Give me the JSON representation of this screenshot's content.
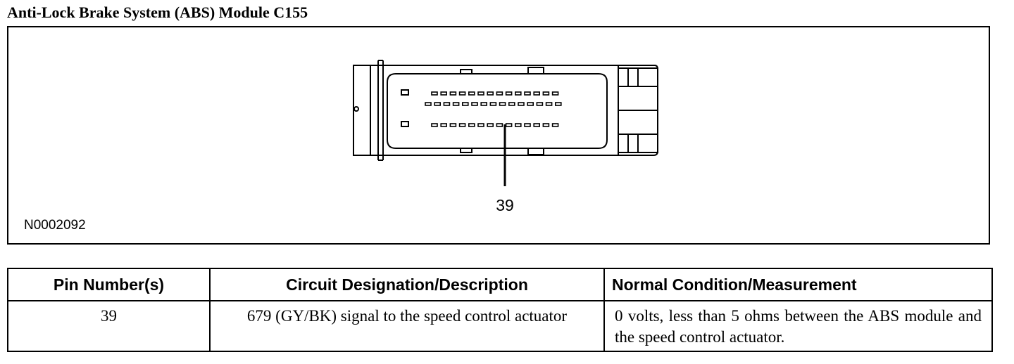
{
  "title": "Anti-Lock Brake System (ABS) Module C155",
  "figure": {
    "id": "N0002092",
    "callout_pin": "39",
    "connector": {
      "row1_pins": 14,
      "row2_pins": 15,
      "row3_pins": 14
    }
  },
  "table": {
    "headers": [
      "Pin Number(s)",
      "Circuit Designation/Description",
      "Normal Condition/Measurement"
    ],
    "rows": [
      {
        "pin": "39",
        "circuit": "679 (GY/BK) signal to the speed control actuator",
        "condition": "0 volts, less than 5 ohms between the ABS module and the speed control actuator."
      }
    ]
  }
}
